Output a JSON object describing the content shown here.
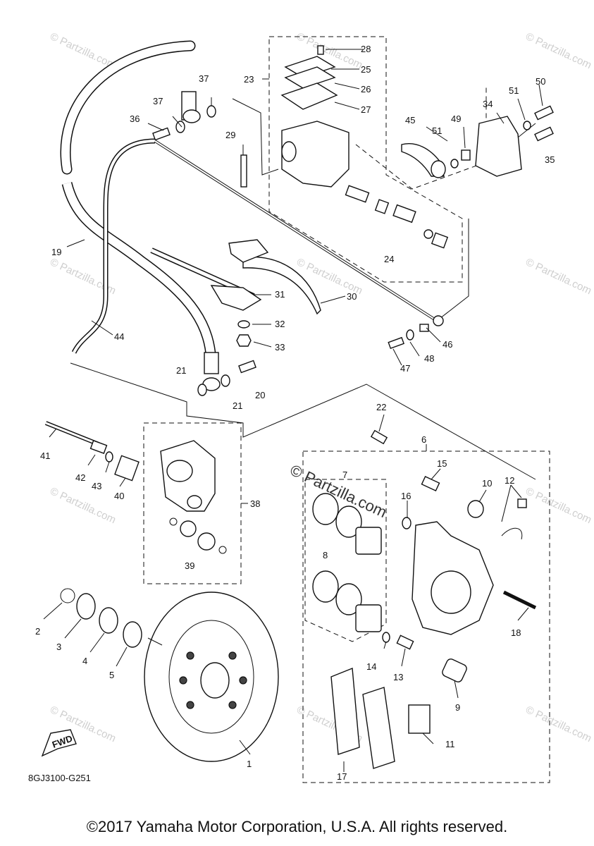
{
  "diagram": {
    "reference_code": "8GJ3100-G251",
    "fwd_label": "FWD",
    "watermark_small": "© Partzilla.com",
    "watermark_large": "© Partzilla.com",
    "callouts": [
      "1",
      "2",
      "3",
      "4",
      "5",
      "6",
      "7",
      "8",
      "9",
      "10",
      "11",
      "12",
      "13",
      "14",
      "15",
      "16",
      "17",
      "18",
      "19",
      "20",
      "21",
      "21",
      "22",
      "23",
      "24",
      "25",
      "26",
      "27",
      "28",
      "29",
      "30",
      "31",
      "32",
      "33",
      "34",
      "35",
      "36",
      "37",
      "37",
      "38",
      "39",
      "40",
      "41",
      "42",
      "43",
      "44",
      "45",
      "46",
      "47",
      "48",
      "49",
      "50",
      "51",
      "51"
    ]
  },
  "footer": {
    "copyright": "©2017 Yamaha Motor Corporation, U.S.A. All rights reserved."
  }
}
